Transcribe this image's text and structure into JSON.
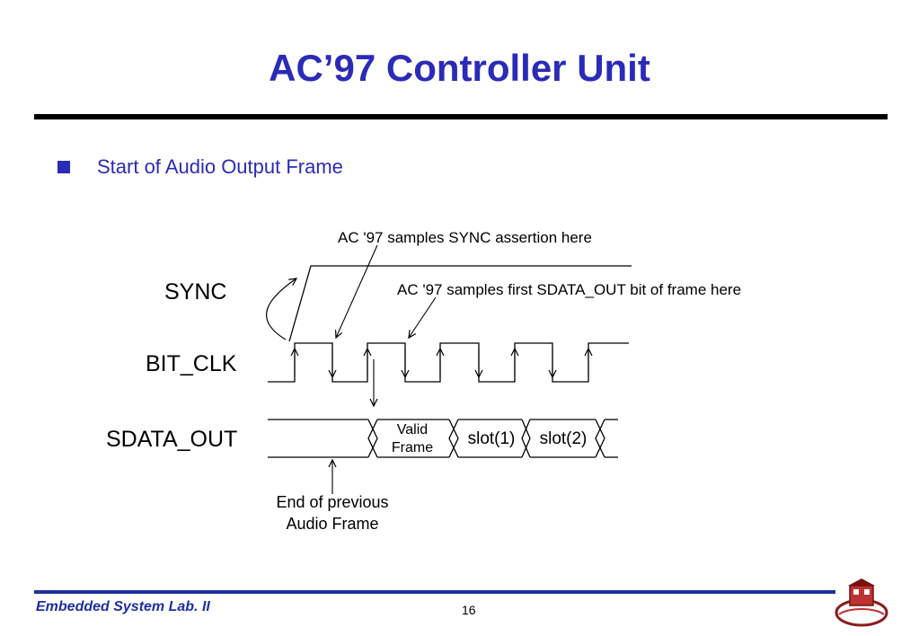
{
  "slide": {
    "title": "AC’97 Controller Unit",
    "bullet": "Start of Audio Output Frame",
    "footer_left": "Embedded System Lab. II",
    "page_number": "16"
  },
  "diagram": {
    "signals": [
      "SYNC",
      "BIT_CLK",
      "SDATA_OUT"
    ],
    "annotations": {
      "sync_sample": "AC '97 samples SYNC assertion here",
      "sdata_sample": "AC '97 samples first SDATA_OUT bit of frame here",
      "end_prev_line1": "End of previous",
      "end_prev_line2": "Audio Frame"
    },
    "slots": {
      "valid_line1": "Valid",
      "valid_line2": "Frame",
      "slot1": "slot(1)",
      "slot2": "slot(2)"
    }
  },
  "colors": {
    "title": "#2b2bb8",
    "footer": "#1f2fa0",
    "rule": "#000000"
  }
}
